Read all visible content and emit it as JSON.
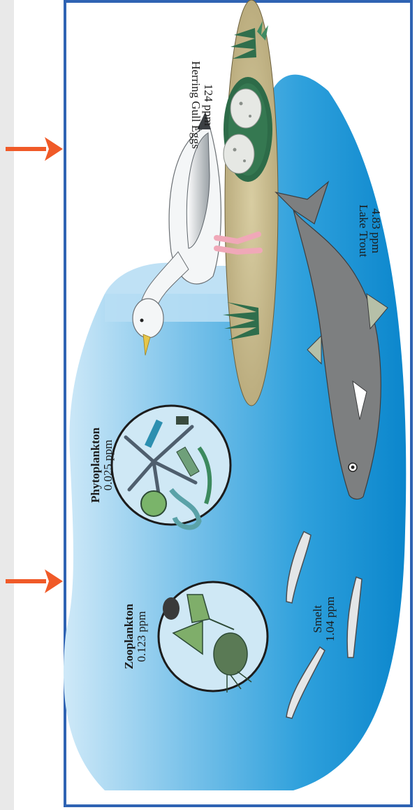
{
  "colors": {
    "border": "#2f63b3",
    "arrow": "#f05a28",
    "water_light": "#a8d8f2",
    "water_dark": "#0a8bd0",
    "island": "#c9bd8e",
    "fish_trout": "#7d7f80",
    "grass": "#3a7f58"
  },
  "labels": {
    "gull_eggs": {
      "name": "Herring Gull Eggs",
      "value": "124 ppm"
    },
    "lake_trout": {
      "name": "Lake Trout",
      "value": "4.83 ppm"
    },
    "phytoplankton": {
      "name": "Phytoplankton",
      "value": "0.025 ppm"
    },
    "zooplankton": {
      "name": "Zooplankton",
      "value": "0.123 ppm"
    },
    "smelt": {
      "name": "Smelt",
      "value": "1.04 ppm"
    }
  }
}
